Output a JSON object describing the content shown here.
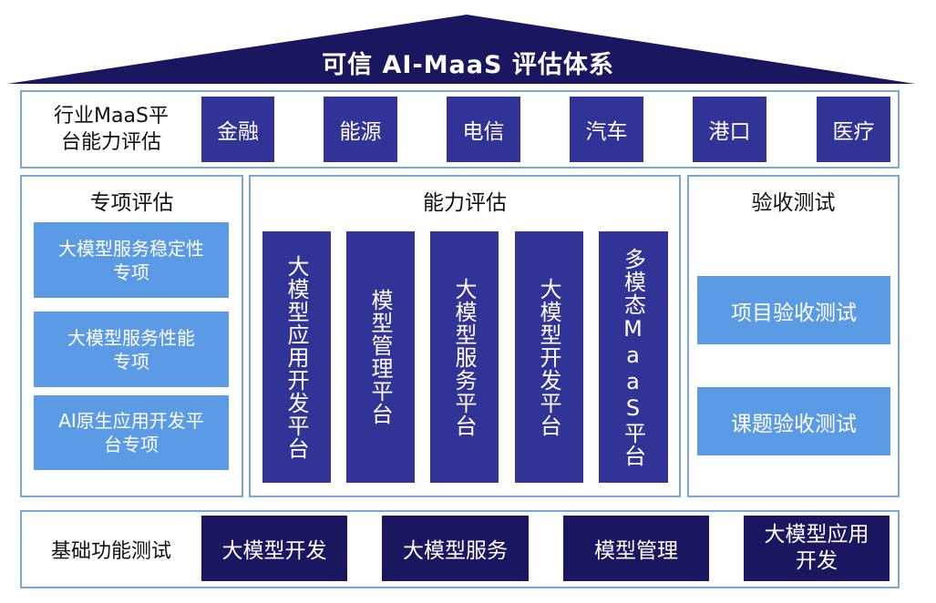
{
  "title": "可信 AI-MaaS 评估体系",
  "colors": {
    "roof": "#1a1660",
    "navy": "#313397",
    "dark": "#1a1660",
    "light": "#5b9be6",
    "border": "#7aa7d6"
  },
  "industry": {
    "label": "行业MaaS平台能力评估",
    "items": [
      "金融",
      "能源",
      "电信",
      "汽车",
      "港口",
      "医疗"
    ]
  },
  "special": {
    "title": "专项评估",
    "items": [
      "大模型服务稳定性专项",
      "大模型服务性能专项",
      "AI原生应用开发平台专项"
    ]
  },
  "capability": {
    "title": "能力评估",
    "items": [
      "大模型应用开发平台",
      "模型管理平台",
      "大模型服务平台",
      "大模型开发平台",
      "多模态MaaS平台"
    ]
  },
  "acceptance": {
    "title": "验收测试",
    "items": [
      "项目验收测试",
      "课题验收测试"
    ]
  },
  "basic": {
    "label": "基础功能测试",
    "items": [
      "大模型开发",
      "大模型服务",
      "模型管理",
      "大模型应用开发"
    ]
  }
}
